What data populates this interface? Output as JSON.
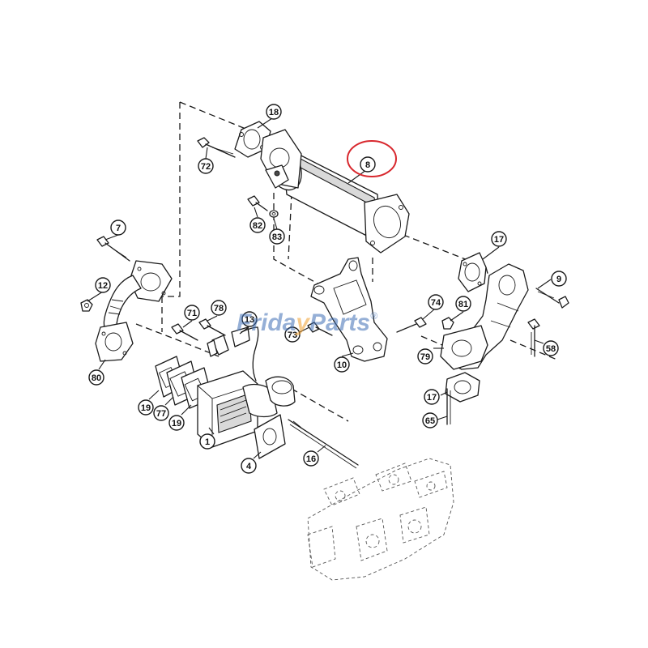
{
  "diagram": {
    "callouts": [
      {
        "id": "c18",
        "label": "18"
      },
      {
        "id": "c72",
        "label": "72"
      },
      {
        "id": "c8",
        "label": "8"
      },
      {
        "id": "c82",
        "label": "82"
      },
      {
        "id": "c83",
        "label": "83"
      },
      {
        "id": "c7",
        "label": "7"
      },
      {
        "id": "c12",
        "label": "12"
      },
      {
        "id": "c17a",
        "label": "17"
      },
      {
        "id": "c9",
        "label": "9"
      },
      {
        "id": "c71",
        "label": "71"
      },
      {
        "id": "c78",
        "label": "78"
      },
      {
        "id": "c13",
        "label": "13"
      },
      {
        "id": "c74",
        "label": "74"
      },
      {
        "id": "c81",
        "label": "81"
      },
      {
        "id": "c73",
        "label": "73"
      },
      {
        "id": "c10",
        "label": "10"
      },
      {
        "id": "c79",
        "label": "79"
      },
      {
        "id": "c58",
        "label": "58"
      },
      {
        "id": "c80",
        "label": "80"
      },
      {
        "id": "c19a",
        "label": "19"
      },
      {
        "id": "c77",
        "label": "77"
      },
      {
        "id": "c19b",
        "label": "19"
      },
      {
        "id": "c1",
        "label": "1"
      },
      {
        "id": "c4",
        "label": "4"
      },
      {
        "id": "c16",
        "label": "16"
      },
      {
        "id": "c17b",
        "label": "17"
      },
      {
        "id": "c65",
        "label": "65"
      }
    ],
    "highlighted_callout": "8",
    "colors": {
      "line": "#1a1a1a",
      "highlight": "#d8282e",
      "watermark_blue": "#3f6fb5",
      "watermark_orange": "#f0a030"
    }
  },
  "watermark": {
    "part1": "Frida",
    "part2": "y",
    "part3": "Parts",
    "mark": "®"
  }
}
